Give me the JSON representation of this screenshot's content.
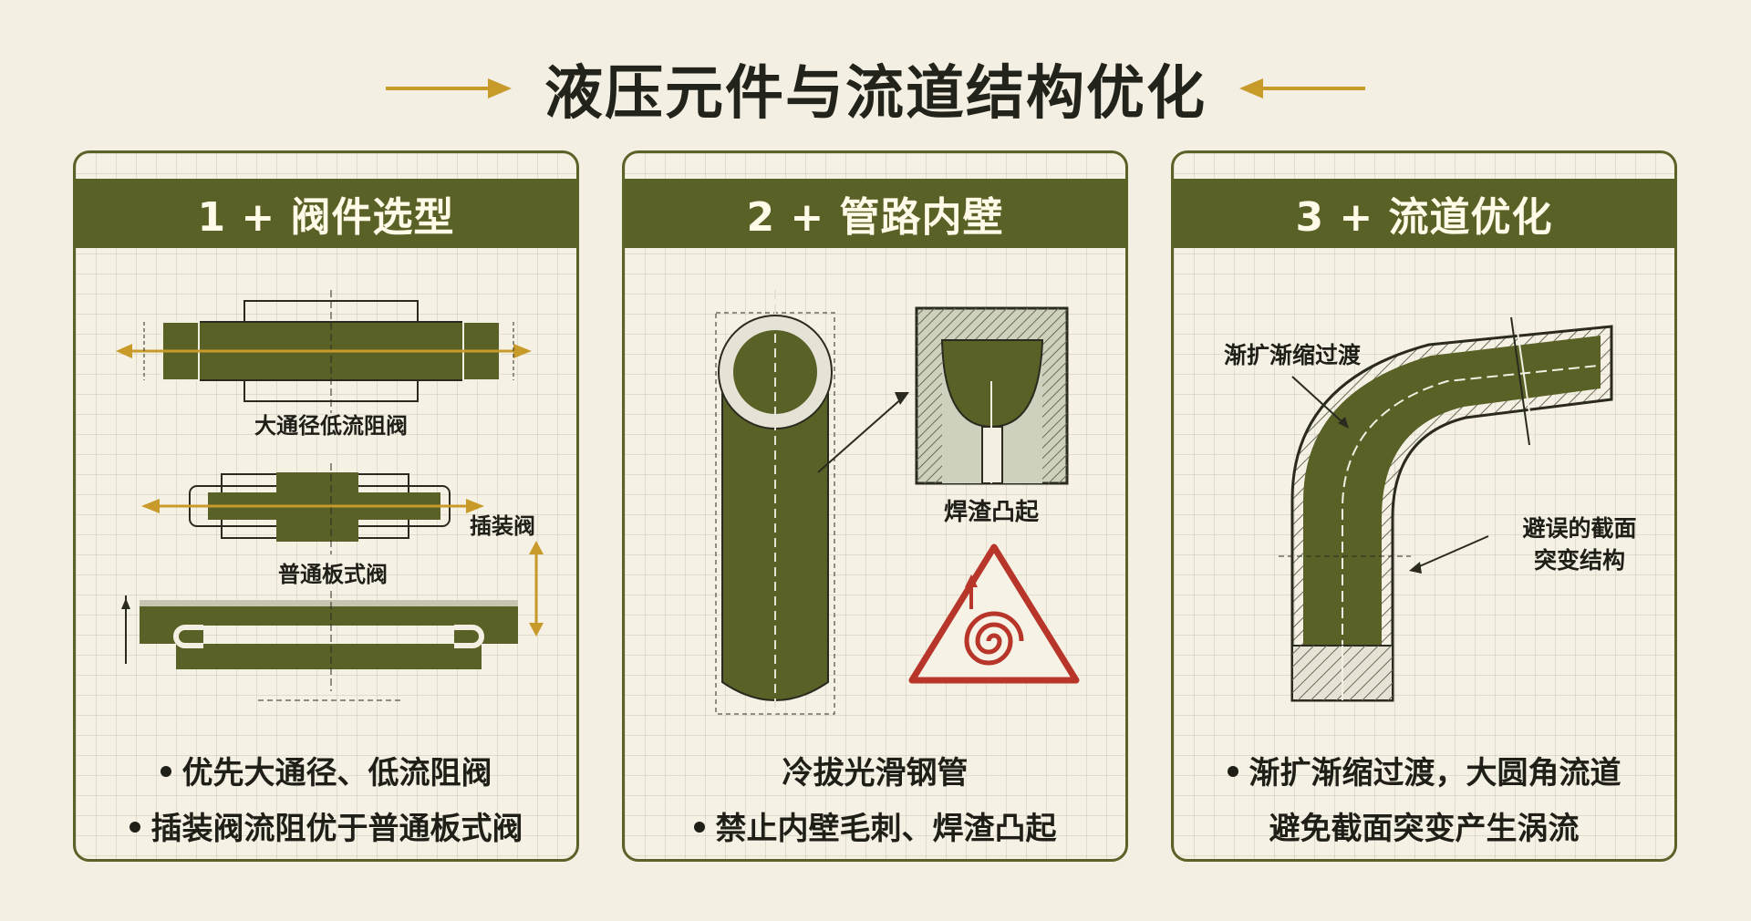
{
  "title": "液压元件与流道结构优化",
  "colors": {
    "olive": "#5a6126",
    "accent_gold": "#c89a2a",
    "warning_red": "#b8352a",
    "paper": "#f3efe2"
  },
  "panels": [
    {
      "header": "1 + 阀件选型",
      "labels": {
        "valve_large": "大通径低流阻阀",
        "valve_cartridge": "插装阀",
        "valve_plate": "普通板式阀"
      },
      "bullets": [
        "优先大通径、低流阻阀",
        "插装阀流阻优于普通板式阀"
      ]
    },
    {
      "header": "2 + 管路内壁",
      "labels": {
        "weld_slag": "焊渣凸起"
      },
      "icons": [
        "warning-swirl-icon"
      ],
      "lines": [
        "冷拔光滑钢管",
        "禁止内壁毛刺、焊渣凸起"
      ]
    },
    {
      "header": "3 + 流道优化",
      "labels": {
        "gradual": "渐扩渐缩过渡",
        "avoid_1": "避误的截面",
        "avoid_2": "突变结构"
      },
      "bullets": [
        "渐扩渐缩过渡，大圆角流道",
        "避免截面突变产生涡流"
      ]
    }
  ]
}
